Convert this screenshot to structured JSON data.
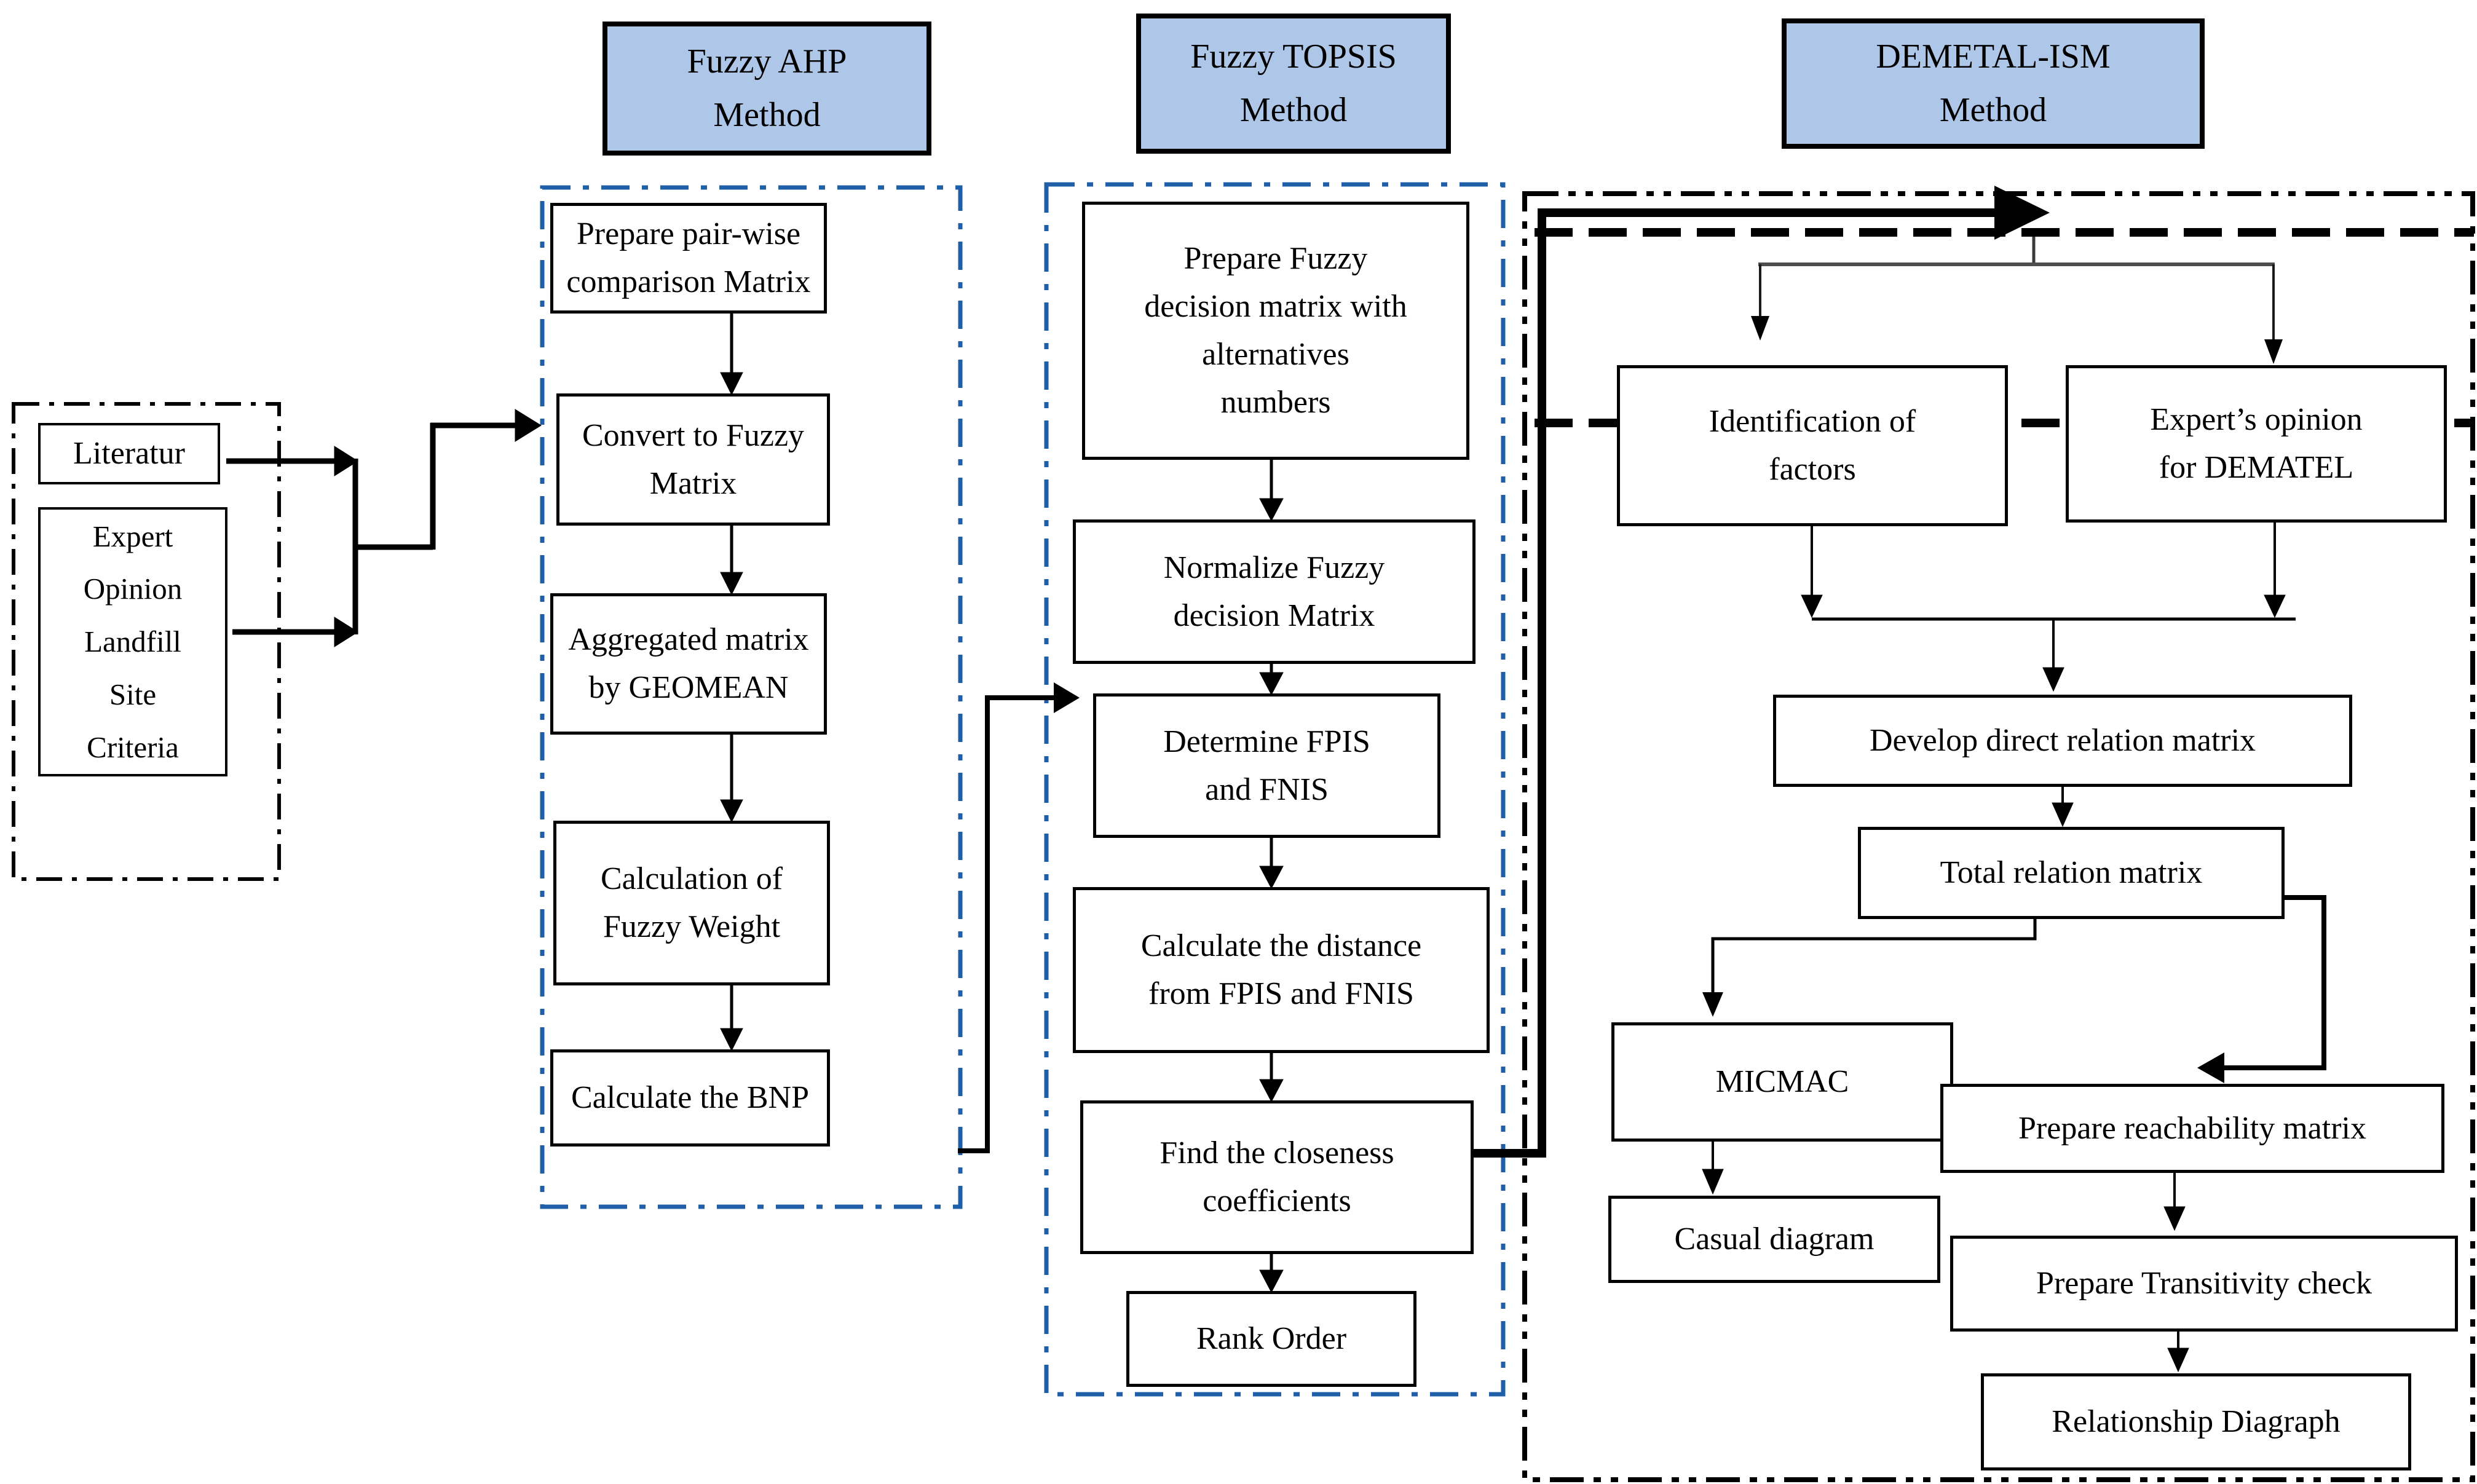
{
  "headers": {
    "ahp": "Fuzzy AHP\nMethod",
    "topsis": "Fuzzy TOPSIS\nMethod",
    "dematel": "DEMETAL-ISM\nMethod"
  },
  "sources": {
    "literature": "Literatur",
    "expert_criteria": "Expert\nOpinion\nLandfill\nSite\nCriteria"
  },
  "ahp_steps": [
    "Prepare pair-wise\ncomparison Matrix",
    "Convert to Fuzzy\nMatrix",
    "Aggregated matrix\nby GEOMEAN",
    "Calculation of\nFuzzy Weight",
    "Calculate the BNP"
  ],
  "topsis_steps": [
    "Prepare Fuzzy\ndecision matrix with\nalternatives\nnumbers",
    "Normalize Fuzzy\ndecision Matrix",
    "Determine FPIS\nand FNIS",
    "Calculate the distance\nfrom FPIS and FNIS",
    "Find the closeness\ncoefficients",
    "Rank Order"
  ],
  "dematel_steps": {
    "identification": "Identification of\nfactors",
    "expert_opinion": "Expert’s opinion\nfor DEMATEL",
    "develop": "Develop direct relation matrix",
    "total": "Total relation matrix",
    "micmac": "MICMAC",
    "casual": "Casual diagram",
    "reachability": "Prepare reachability matrix",
    "transitivity": "Prepare Transitivity check",
    "relationship": "Relationship Diagraph"
  },
  "colors": {
    "header_fill": "#aec6e8",
    "blue_dash_border": "#1e5fa8",
    "line": "#000000"
  }
}
